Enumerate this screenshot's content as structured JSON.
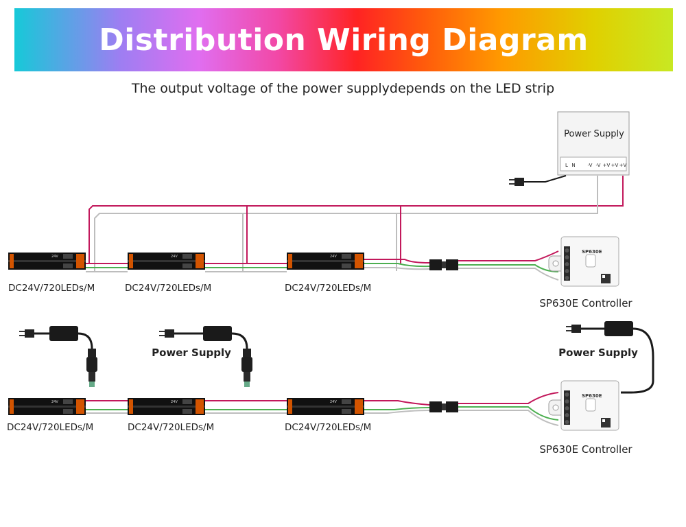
{
  "banner": {
    "title": "Distribution Wiring Diagram"
  },
  "subtitle": "The output voltage of the power supplydepends on the LED strip",
  "top": {
    "psu_label": "Power Supply",
    "terminals": [
      "L",
      "N",
      "",
      "-V",
      "-V",
      "+V",
      "+V",
      "+V"
    ],
    "strip_labels": [
      "DC24V/720LEDs/M",
      "DC24V/720LEDs/M",
      "DC24V/720LEDs/M"
    ],
    "controller_label": "SP630E Controller"
  },
  "bottom": {
    "psu_labels": [
      "Power Supply",
      "Power Supply"
    ],
    "strip_labels": [
      "DC24V/720LEDs/M",
      "DC24V/720LEDs/M",
      "DC24V/720LEDs/M"
    ],
    "controller_label": "SP630E Controller"
  },
  "strip_text": "24V",
  "controller_brand": "SP630E",
  "colors": {
    "red_wire": "#c2185b",
    "grey_wire": "#bdbdbd",
    "green_wire": "#4caf50",
    "black_wire": "#1a1a1a"
  }
}
